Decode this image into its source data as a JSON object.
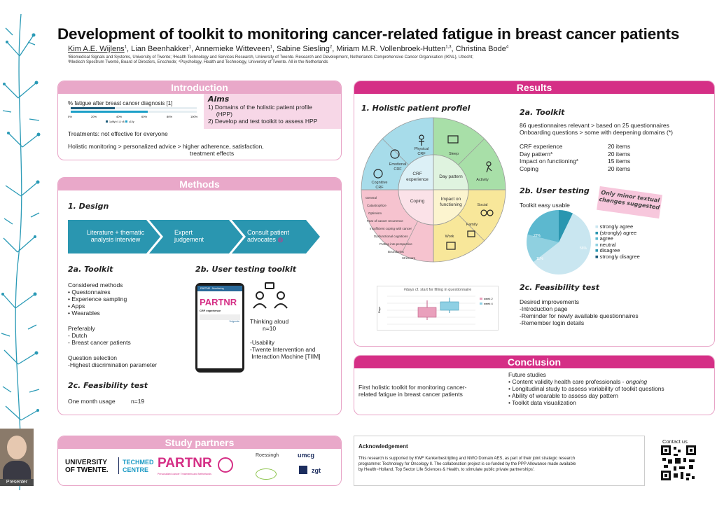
{
  "title": "Development of toolkit to monitoring cancer-related fatigue in breast cancer patients",
  "authors": {
    "first": "Kim A.E. Wijlens",
    "first_sup": "1",
    "rest": [
      {
        "name": ", Lian Beenhakker",
        "sup": "1"
      },
      {
        "name": ", Annemieke Witteveen",
        "sup": "1"
      },
      {
        "name": ", Sabine Siesling",
        "sup": "2"
      },
      {
        "name": ",  Miriam M.R. Vollenbroek-Hutten",
        "sup": "1,3"
      },
      {
        "name": ", Christina Bode",
        "sup": "4"
      }
    ]
  },
  "affiliations": [
    "¹Biomedical Signals and Systems, University of Twente; ²Health Technology and Services Research, University of Twente. Research and Development, Netherlands Comprehensive Cancer Organisation (IKNL), Utrecht;",
    "³Medisch Spectrum Twente, Board of Directors, Enschede; ⁴Psychology, Health and Technology, University of Twente. All in the Netherlands"
  ],
  "intro": {
    "heading": "Introduction",
    "chart_title": "% fatigue after breast cancer diagnosis [1]",
    "ticks": [
      "0%",
      "20%",
      "40%",
      "60%",
      "80%",
      "100%"
    ],
    "legend": [
      "1y/8y/>1 & <8",
      "≥10y"
    ],
    "treatments": "Treatments: not effective for everyone",
    "holistic1": "Holistic monitoring > personalized advice > higher adherence, satisfaction,",
    "holistic2": "treatment effects",
    "aims_title": "Aims",
    "aims": [
      "1)  Domains of the holistic patient profile",
      "     (HPP)",
      "2)  Develop and test toolkit to assess HPP"
    ]
  },
  "methods": {
    "heading": "Methods",
    "design": "1. Design",
    "flow": [
      [
        "Literature + thematic",
        "analysis interview"
      ],
      [
        "Expert",
        "judgement"
      ],
      [
        "Consult patient",
        "advocates"
      ]
    ],
    "toolkit_title": "2a. Toolkit",
    "considered": "Considered methods",
    "methods_list": [
      "• Questonnaires",
      "• Experience sampling",
      "• Apps",
      "• Wearables"
    ],
    "preferably": "Preferably",
    "pref_list": [
      "- Dutch",
      "- Breast cancer patients"
    ],
    "question_sel": "Question selection",
    "question_item": "-Highest discrimination parameter",
    "user_title": "2b. User testing toolkit",
    "thinking": "Thinking aloud",
    "n10": "n=10",
    "usability": "-Usability",
    "twente1": "-Twente Intervention and",
    "twente2": " Interaction Machine [TIIM]",
    "feas_title": "2c. Feasibility test",
    "one_month": "One month usage",
    "n19": "n=19",
    "phone_header": "PARTNR - Monitoring",
    "phone_logo": "PARTNR",
    "phone_sub": "CRF experience",
    "phone_btn": "Volgende"
  },
  "results": {
    "heading": "Results",
    "profile_title": "1. Holistic patient profiel",
    "wheel": {
      "center_left": [
        "CRF",
        "experience"
      ],
      "center_right": "Day pattern",
      "center_bl": "Coping",
      "center_br": [
        "Impact on",
        "functioning"
      ],
      "outer": [
        "Physical",
        "CRF",
        "Sleep",
        "Activity",
        "Social",
        "Family",
        "Work",
        "Emotional",
        "CRF",
        "Cognitive",
        "CRF"
      ],
      "coping_items": [
        "General",
        "Catastrophize",
        "Optimism",
        "Fear of  cancer recurrence",
        "Insufficient coping with cancer",
        "Dysfunctional cognitions",
        "Putting into perspective",
        "Boundaries",
        "Stressors"
      ]
    },
    "boxplot_title": "#days cf. start for filling in questionnaire",
    "boxplot_legend": [
      "week 2",
      "week 4"
    ],
    "boxplot_ylabel": "Days",
    "toolkit_title": "2a. Toolkit",
    "toolkit_lines": [
      "86 questionnaires relevant > based on 25 questionnaires",
      "Onboarding questions > some with deepening domains (*)"
    ],
    "items": [
      [
        "CRF experience",
        "20 items"
      ],
      [
        "Day pattern*",
        "20 items"
      ],
      [
        "Impact on functioning*",
        "15  items"
      ],
      [
        "Coping",
        "20 items"
      ]
    ],
    "user_title": "2b. User testing",
    "easy": "Toolkit easy usable",
    "note": "Only minor textual changes suggested",
    "pie_legend": [
      "strongly agree",
      "(strongly) agree",
      "agree",
      "neutral",
      "disagree",
      "strongly disagree"
    ],
    "pie_labels": [
      "56%",
      "22%",
      "11%"
    ],
    "feas_title": "2c. Feasibility test",
    "desired": "Desired improvements",
    "improvements": [
      "-Introduction page",
      "-Reminder for newly available questionnaires",
      "-Remember login details"
    ]
  },
  "conclusion": {
    "heading": "Conclusion",
    "main1": "First holistic toolkit for monitoring cancer-",
    "main2": "related fatigue in breast cancer patients",
    "future": "Future studies",
    "list": [
      "• Content validity health care professionals - ",
      "• Longitudinal study to assess variability of toolkit questions",
      "• Ability of wearable to assess day pattern",
      "• Toolkit data visualization"
    ],
    "ongoing": "ongoing"
  },
  "partners": {
    "heading": "Study partners",
    "ut1": "UNIVERSITY",
    "ut2": "OF TWENTE.",
    "tc1": "TECHMED",
    "tc2": "CENTRE",
    "partnr": "PARTNR",
    "partnr_sub": "Personalized cancer Treatments and Netherlands",
    "roessingh": "Roessingh",
    "umcg": "umcg",
    "zgt": "zgt"
  },
  "ack": {
    "title": "Acknowledgement",
    "lines": [
      "This research is supported by KWF Kankerbestrijding and NWO Domain AES, as part of their joint strategic research",
      "programme: Technology for Oncology II. The collaboration project is co-funded by the PPP Allowance made available",
      "by Health~Holland, Top Sector Life Sciences & Health, to stimulate public private partnerships'."
    ]
  },
  "contact": "Contact us",
  "presenter": "Presenter",
  "chart_data": [
    {
      "type": "bar",
      "title": "% fatigue after breast cancer diagnosis [1]",
      "series": [
        {
          "name": "1y/8y/>1 & <8",
          "values": [
            35
          ]
        },
        {
          "name": "≥10y",
          "values": [
            61
          ]
        }
      ],
      "ylim": [
        0,
        100
      ]
    },
    {
      "type": "pie",
      "series": [
        {
          "name": "strongly agree",
          "value": 56
        },
        {
          "name": "agree",
          "value": 22
        },
        {
          "name": "neutral",
          "value": 11
        }
      ]
    },
    {
      "type": "box",
      "title": "#days cf. start for filling in questionnaire",
      "categories": [
        "week 2",
        "week 4"
      ]
    }
  ],
  "colors": {
    "accent": "#d52f86",
    "panel_light": "#e9a8c9",
    "teal": "#1d8fa6",
    "navy": "#1c2d5e"
  }
}
